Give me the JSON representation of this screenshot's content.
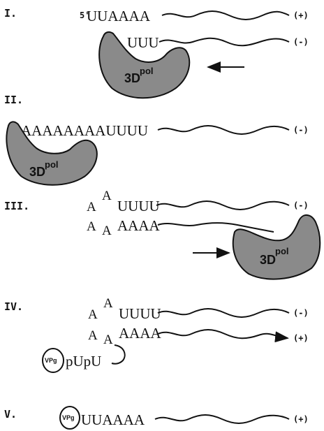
{
  "stages": {
    "s1": "I.",
    "s2": "II.",
    "s3": "III.",
    "s4": "IV.",
    "s5": "V."
  },
  "five_prime": "5'",
  "polymerase": {
    "name": "3D",
    "sup": "pol"
  },
  "strand_plus": "(+)",
  "strand_minus": "(-)",
  "stage1": {
    "top_seq": "UUAAAA",
    "bottom_seq": "UUU"
  },
  "stage2": {
    "seq": "AAAAAAAAUUUU"
  },
  "stage3": {
    "a1": "A",
    "a2": "A",
    "top_seq": "UUUU",
    "a3": "A",
    "a4": "A",
    "bottom_seq": "AAAA"
  },
  "stage4": {
    "a1": "A",
    "a2": "A",
    "top_seq": "UUUU",
    "a3": "A",
    "a4": "A",
    "bottom_seq": "AAAA",
    "vpg_label": "VPg",
    "primer": "pUpU"
  },
  "stage5": {
    "vpg_label": "VPg",
    "seq": "UUAAAA"
  },
  "colors": {
    "ink": "#111111",
    "polymerase_fill": "#8a8a8a",
    "background": "#ffffff"
  },
  "icons": {
    "arrow": "left-arrow-icon / right-arrow-icon",
    "polymerase": "polymerase-shape-icon",
    "vpg": "vpg-circle-icon"
  }
}
